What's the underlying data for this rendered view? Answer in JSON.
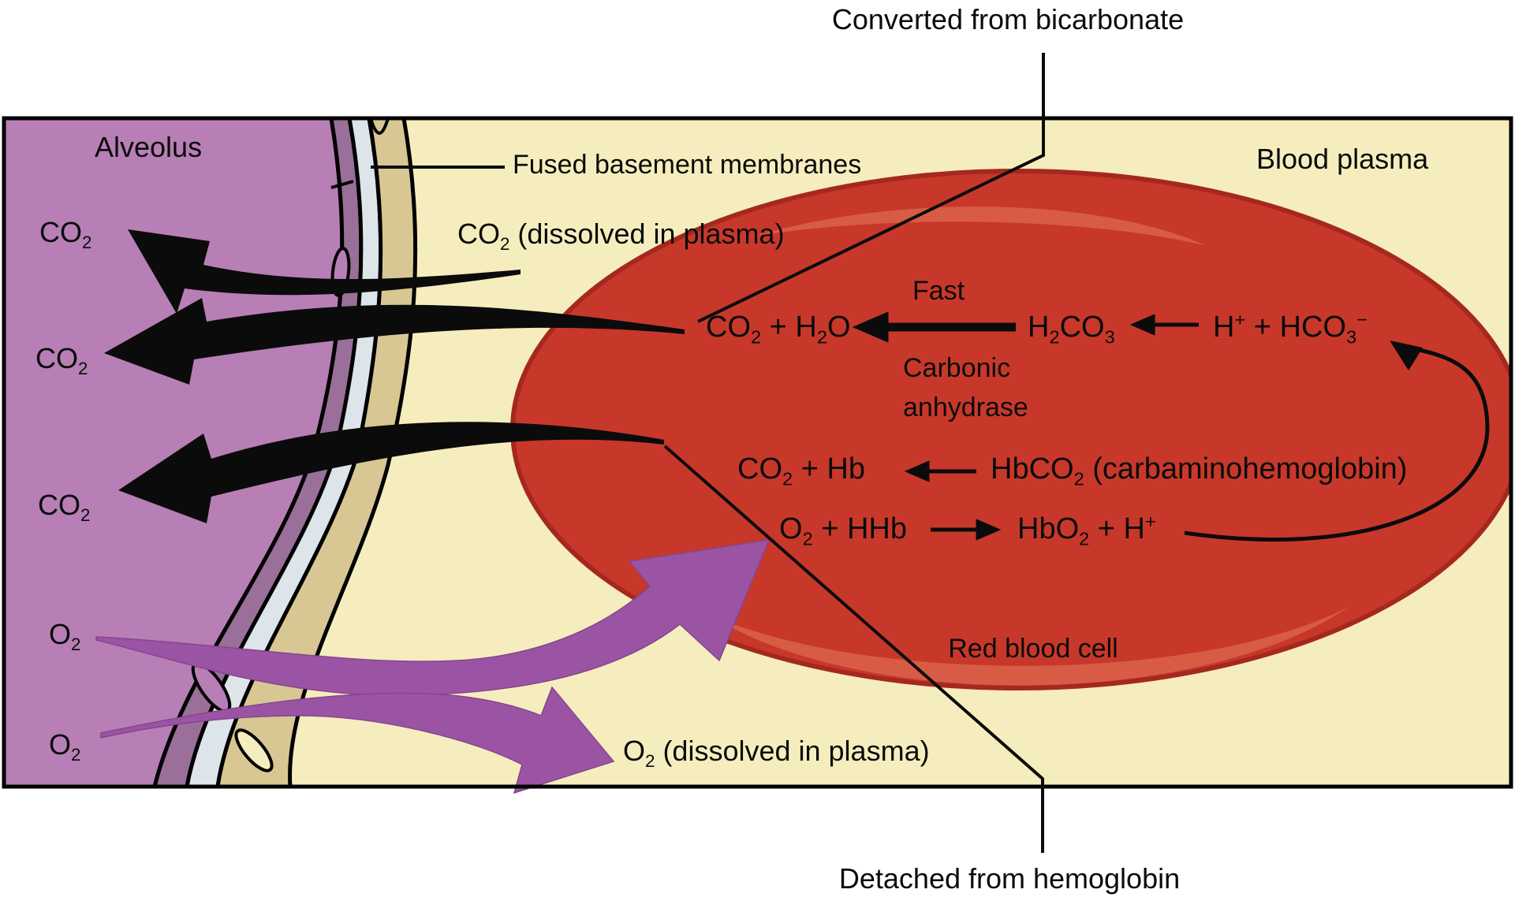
{
  "title_top": "Converted from bicarbonate",
  "title_bottom": "Detached from hemoglobin",
  "regions": {
    "alveolus": "Alveolus",
    "blood_plasma": "Blood plasma",
    "red_blood_cell": "Red blood cell",
    "fused_membranes": "Fused basement membranes"
  },
  "plasma_labels": {
    "co2_dissolved": "CO_2_ (dissolved in plasma)",
    "o2_dissolved": "O_2_ (dissolved in plasma)"
  },
  "gas_labels": {
    "co2": "CO_2_",
    "o2": "O_2_"
  },
  "reactions": {
    "fast": "Fast",
    "enzyme_line1": "Carbonic",
    "enzyme_line2": "anhydrase",
    "row1": {
      "product": "CO_2_ + H_2_O",
      "intermediate": "H_2_CO_3_",
      "source": "H^+^ + HCO_3_^−^"
    },
    "row2": {
      "product": "CO_2_ + Hb",
      "source": "HbCO_2_ (carbaminohemoglobin)"
    },
    "row3": {
      "reactants": "O_2_ + HHb",
      "products": "HbO_2_ + H^+^"
    }
  },
  "colors": {
    "alveolus": "#b77fb5",
    "epithelium": "#9a6f9a",
    "basement": "#dde4ea",
    "endothelium": "#d8c793",
    "plasma": "#f5edbd",
    "rbc_fill": "#c7382a",
    "rbc_border": "#a5281f",
    "rbc_highlight": "#d85c45",
    "arrow_black": "#0b0b0b",
    "arrow_purple": "#9b54a3",
    "arrow_purple_edge": "#86458f",
    "outline": "#000000"
  }
}
